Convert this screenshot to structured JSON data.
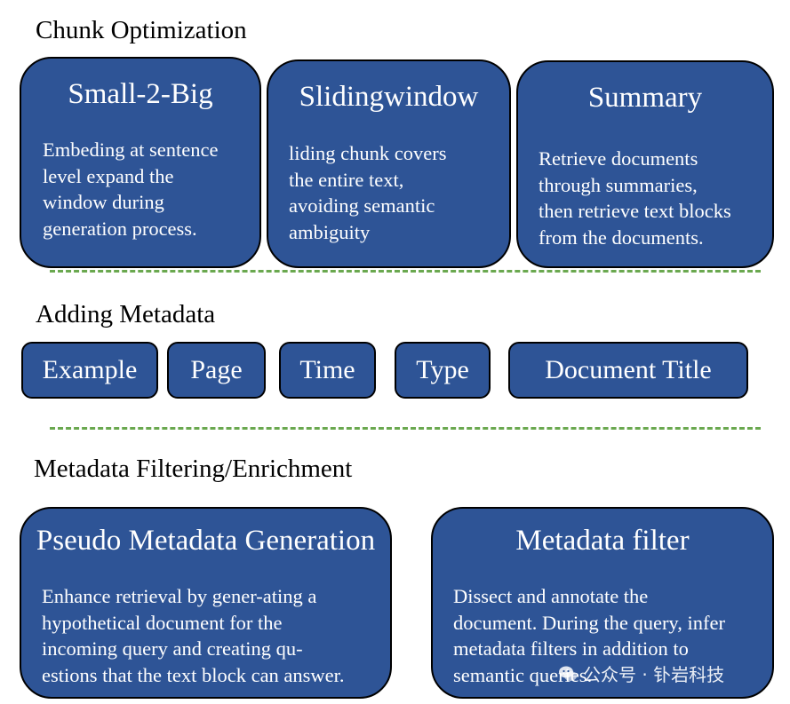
{
  "sections": {
    "chunk": {
      "title": "Chunk Optimization",
      "cards": [
        {
          "title": "Small-2-Big",
          "body": "Embeding at sentence\nlevel expand the\nwindow during\ngeneration process."
        },
        {
          "title": "Slidingwindow",
          "body": "liding chunk covers\nthe entire text,\navoiding semantic\nambiguity"
        },
        {
          "title": "Summary",
          "body": "Retrieve documents\nthrough summaries,\nthen retrieve text blocks\nfrom the documents."
        }
      ]
    },
    "metadata": {
      "title": "Adding Metadata",
      "tags": [
        "Example",
        "Page",
        "Time",
        "Type",
        "Document Title"
      ]
    },
    "filtering": {
      "title": "Metadata Filtering/Enrichment",
      "cards": [
        {
          "title": "Pseudo Metadata Generation",
          "body": "Enhance retrieval by gener-ating a\nhypothetical document for the\nincoming query and creating qu-\nestions that the text block can answer."
        },
        {
          "title": "Metadata filter",
          "body": "Dissect and annotate the\ndocument. During the query, infer\nmetadata filters in addition to\nsemantic queries."
        }
      ]
    }
  },
  "watermark": {
    "text": "公众号 · 钋岩科技",
    "icon": "wechat-icon"
  },
  "colors": {
    "card_fill": "#2e5496",
    "card_border": "#000000",
    "divider": "#6aa84f",
    "text_light": "#ffffff"
  }
}
